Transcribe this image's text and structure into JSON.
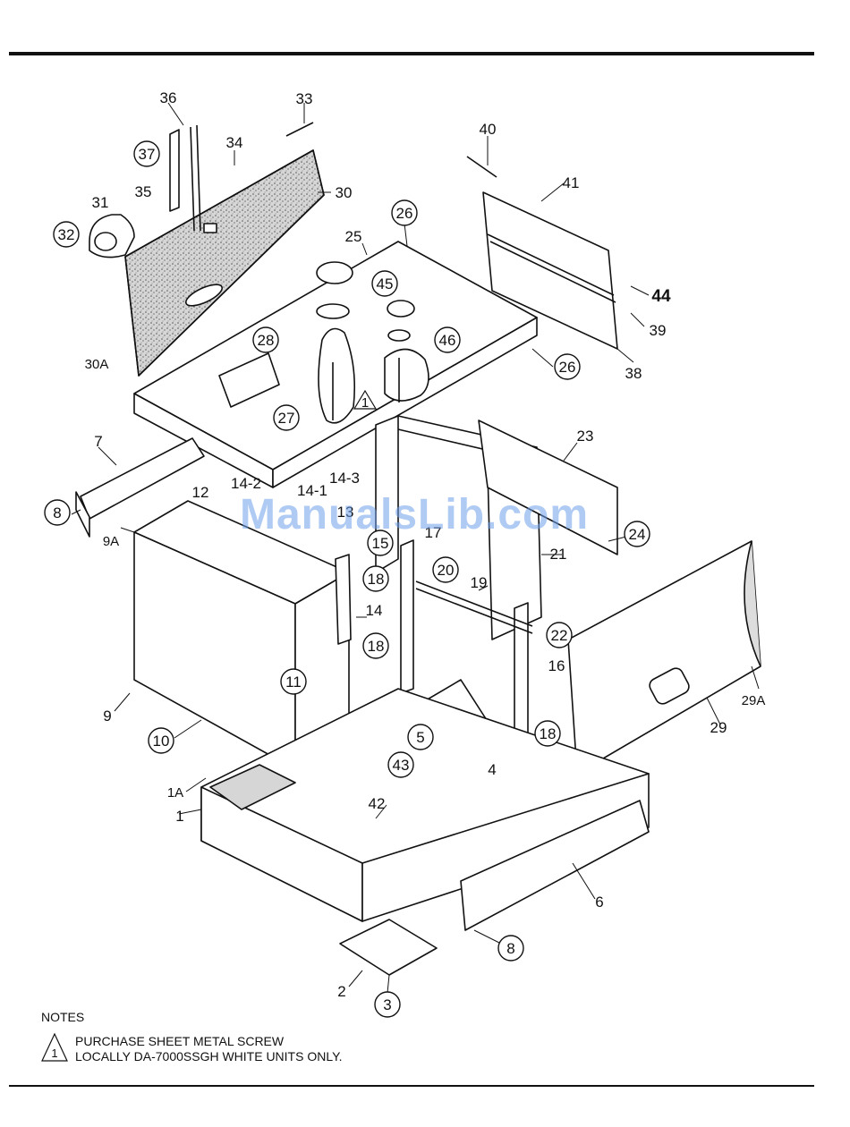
{
  "watermark": "ManualsLib.com",
  "notes": {
    "heading": "NOTES",
    "note_symbol": "1",
    "lines": [
      "PURCHASE SHEET METAL SCREW",
      "LOCALLY DA-7000SSGH WHITE UNITS ONLY."
    ]
  },
  "callouts": {
    "circled": [
      "37",
      "32",
      "28",
      "27",
      "45",
      "46",
      "26",
      "26",
      "8",
      "15",
      "18",
      "20",
      "18",
      "22",
      "24",
      "11",
      "10",
      "5",
      "18",
      "43",
      "8",
      "3"
    ],
    "plain": [
      "36",
      "33",
      "34",
      "35",
      "31",
      "30",
      "30A",
      "25",
      "40",
      "41",
      "44",
      "39",
      "38",
      "23",
      "7",
      "9A",
      "14-2",
      "14-1",
      "14-3",
      "12",
      "13",
      "17",
      "21",
      "19",
      "14",
      "16",
      "29",
      "29A",
      "9",
      "1A",
      "1",
      "42",
      "4",
      "6",
      "2"
    ],
    "warning_1": "1"
  }
}
